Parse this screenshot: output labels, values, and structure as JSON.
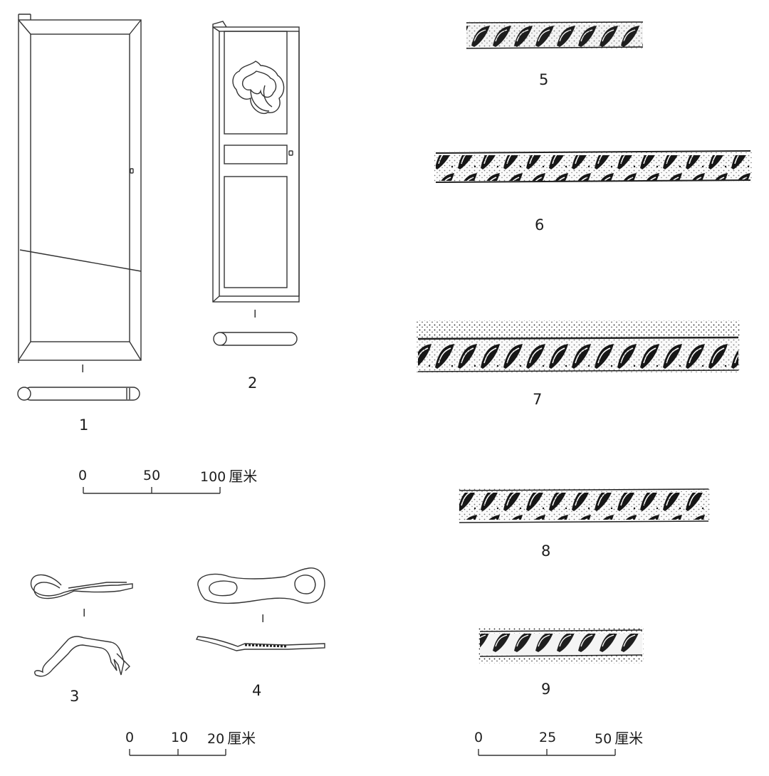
{
  "figure_labels": {
    "fig1": "1",
    "fig2": "2",
    "fig3": "3",
    "fig4": "4",
    "fig5": "5",
    "fig6": "6",
    "fig7": "7",
    "fig8": "8",
    "fig9": "9"
  },
  "section_mark": "I",
  "scale_bars": [
    {
      "ticks": [
        "0",
        "50",
        "100"
      ],
      "unit": "厘米"
    },
    {
      "ticks": [
        "0",
        "10",
        "20"
      ],
      "unit": "厘米"
    },
    {
      "ticks": [
        "0",
        "25",
        "50"
      ],
      "unit": "厘米"
    }
  ],
  "colors": {
    "line": "#333333",
    "rubbing": "#1a1a1a",
    "paper": "#ffffff"
  }
}
